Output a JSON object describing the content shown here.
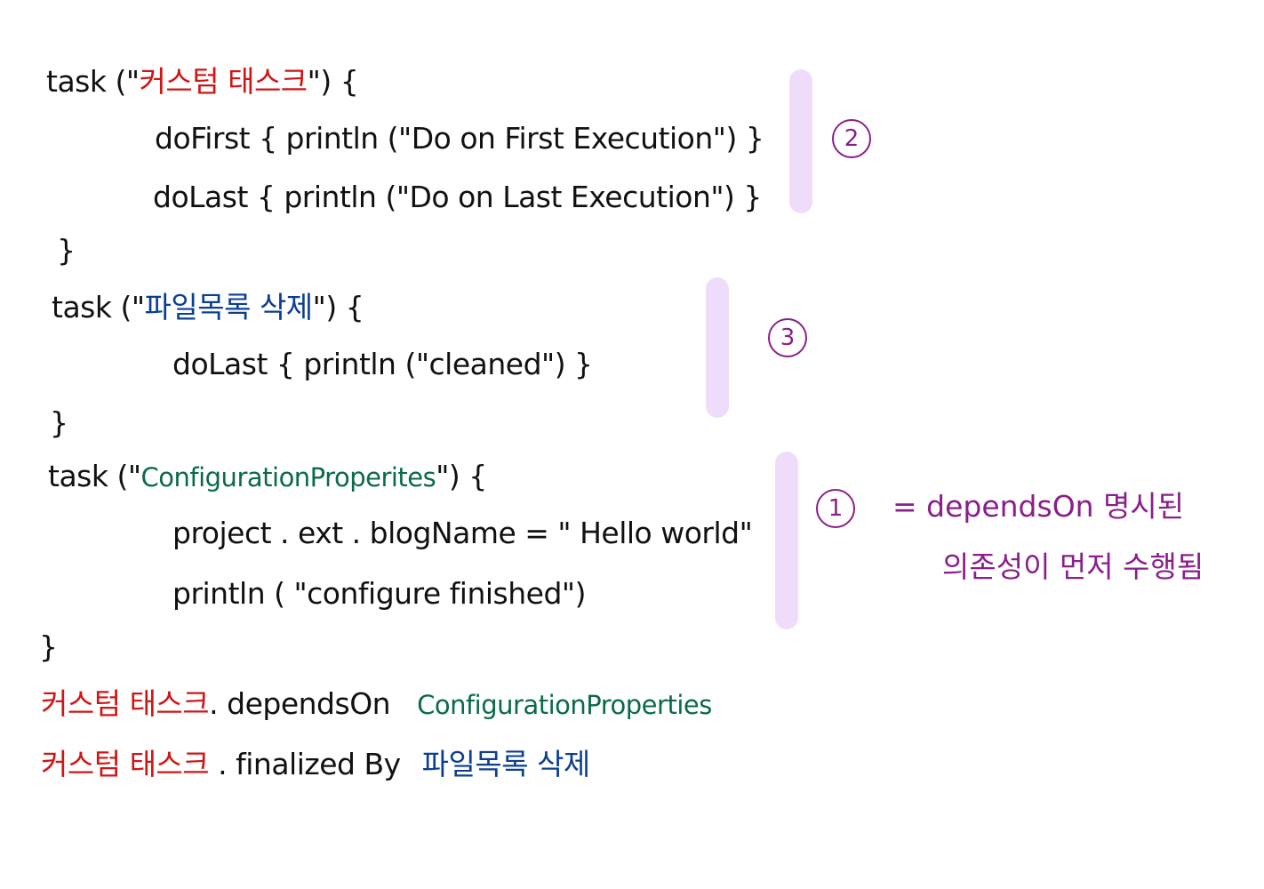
{
  "block1": {
    "header_prefix": "task (\"",
    "task_name": "커스텀 태스크",
    "header_suffix": "\") {",
    "line1": "doFirst {   println (\"Do on First Execution\") }",
    "line2": "doLast {  println (\"Do on Last Execution\") }",
    "close": "}"
  },
  "block2": {
    "header_prefix": "task (\"",
    "task_name": "파일목록 삭제",
    "header_suffix": "\") {",
    "line1": "doLast {  println (\"cleaned\") }",
    "close": "}"
  },
  "block3": {
    "header_prefix": "task (\"",
    "task_name": "ConfigurationProperites",
    "header_suffix": "\") {",
    "line1": "project . ext . blogName  =  \" Hello world\"",
    "line2": "println ( \"configure finished\")",
    "close": "}"
  },
  "statements": {
    "s1_target": "커스텀 태스크",
    "s1_method": ". dependsOn",
    "s1_arg": "ConfigurationProperties",
    "s2_target": "커스텀  태스크",
    "s2_method": ". finalized By",
    "s2_arg": "파일목록 삭제"
  },
  "annotations": {
    "mark2": "2",
    "mark3": "3",
    "mark1": "1",
    "note_line1": "=  dependsOn 명시된",
    "note_line2": "의존성이 먼저 수행됨"
  },
  "colors": {
    "task_custom": "#d01515",
    "task_files": "#0b3f92",
    "task_config": "#0a6b48",
    "annotation": "#8a1f8a",
    "highlight_bar": "#efdcfb"
  }
}
